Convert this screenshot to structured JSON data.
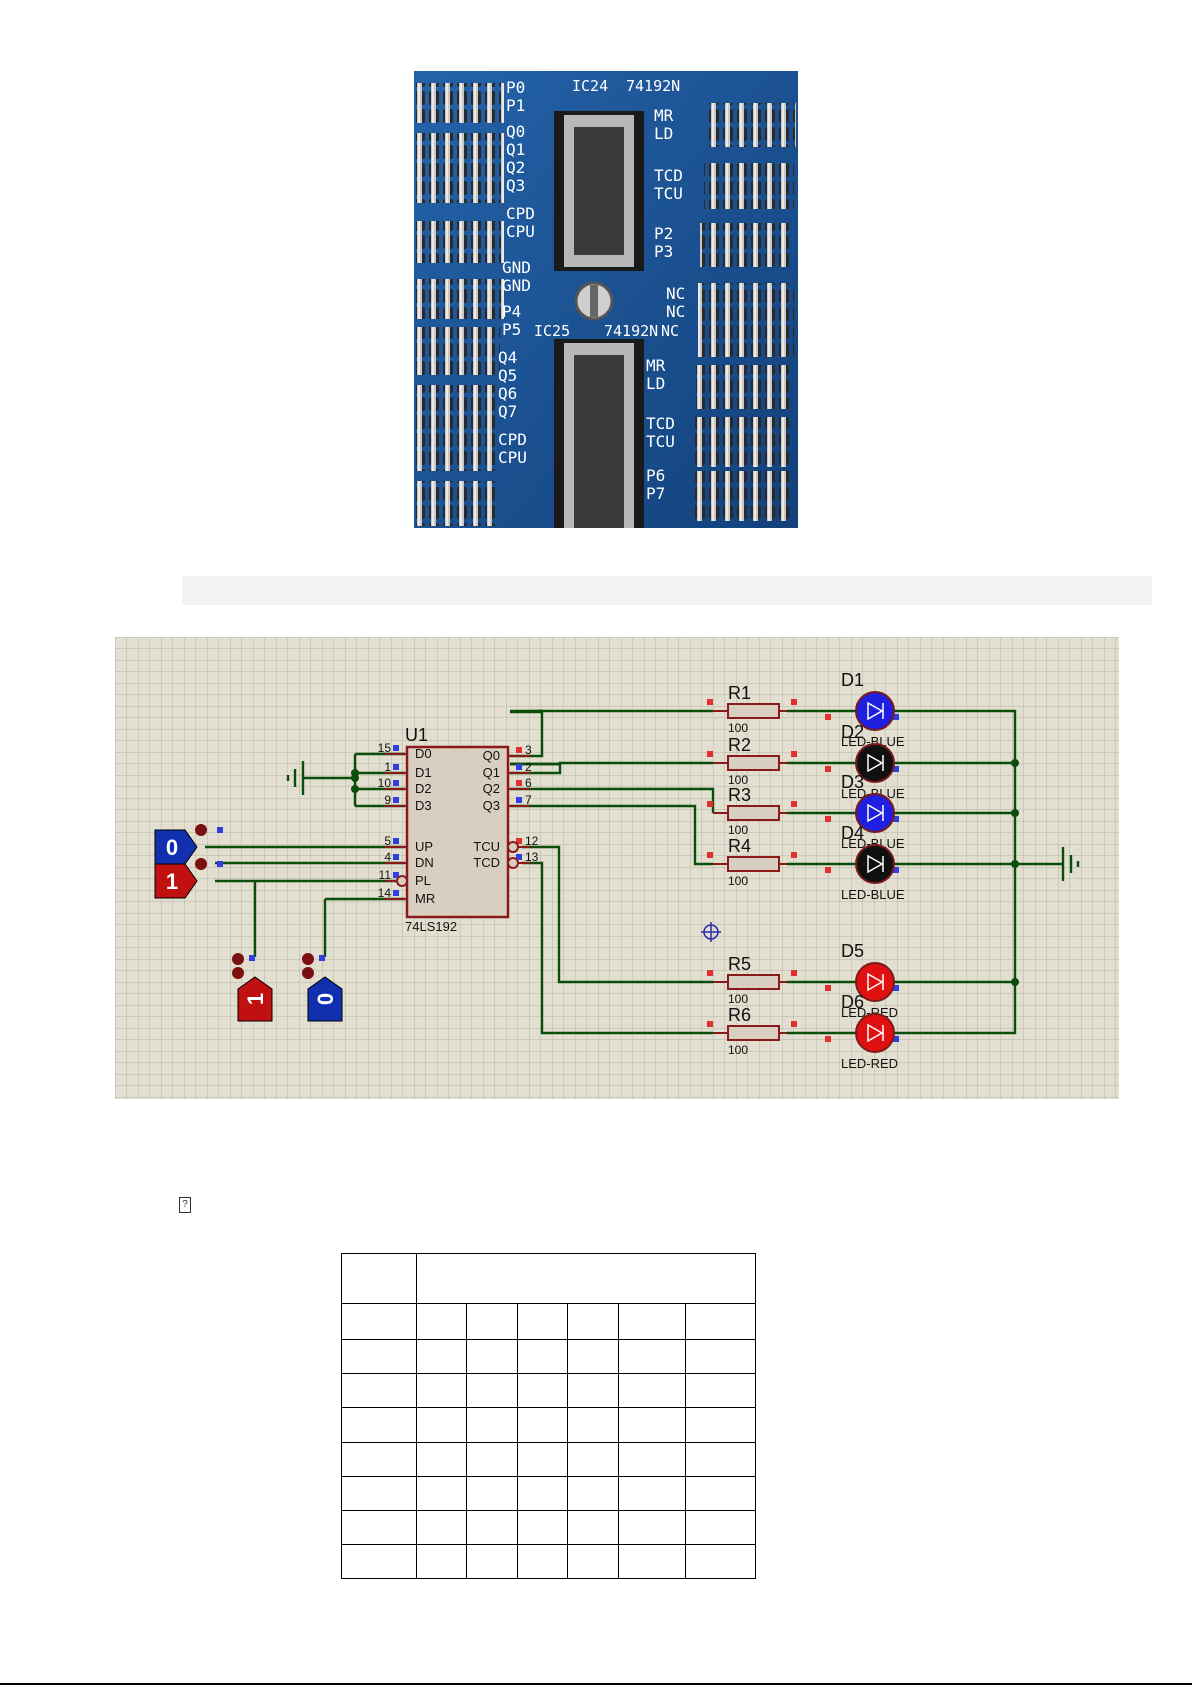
{
  "photo": {
    "ic_top_label": "IC24",
    "ic_top_part": "74192N",
    "ic_mid_label": "IC25",
    "ic_mid_part": "74192N",
    "ic_mid_nc": "NC",
    "left_labels": [
      "P0",
      "P1",
      "Q0",
      "Q1",
      "Q2",
      "Q3",
      "CPD",
      "CPU",
      "GND",
      "GND",
      "P4",
      "P5",
      "Q4",
      "Q5",
      "Q6",
      "Q7",
      "CPD",
      "CPU"
    ],
    "right_labels": [
      "MR",
      "LD",
      "TCD",
      "TCU",
      "P2",
      "P3",
      "NC",
      "NC",
      "MR",
      "LD",
      "TCD",
      "TCU",
      "P6",
      "P7"
    ]
  },
  "schematic": {
    "chip_ref": "U1",
    "chip_part": "74LS192",
    "left_pins": [
      {
        "num": "15",
        "name": "D0"
      },
      {
        "num": "1",
        "name": "D1"
      },
      {
        "num": "10",
        "name": "D2"
      },
      {
        "num": "9",
        "name": "D3"
      },
      {
        "num": "5",
        "name": "UP"
      },
      {
        "num": "4",
        "name": "DN"
      },
      {
        "num": "11",
        "name": "PL"
      },
      {
        "num": "14",
        "name": "MR"
      }
    ],
    "right_pins": [
      {
        "num": "3",
        "name": "Q0"
      },
      {
        "num": "2",
        "name": "Q1"
      },
      {
        "num": "6",
        "name": "Q2"
      },
      {
        "num": "7",
        "name": "Q3"
      },
      {
        "num": "12",
        "name": "TCU"
      },
      {
        "num": "13",
        "name": "TCD"
      }
    ],
    "resistors": [
      {
        "ref": "R1",
        "value": "100"
      },
      {
        "ref": "R2",
        "value": "100"
      },
      {
        "ref": "R3",
        "value": "100"
      },
      {
        "ref": "R4",
        "value": "100"
      },
      {
        "ref": "R5",
        "value": "100"
      },
      {
        "ref": "R6",
        "value": "100"
      }
    ],
    "leds": [
      {
        "ref": "D1",
        "type": "LED-BLUE",
        "color": "#1f1fe0"
      },
      {
        "ref": "D2",
        "type": "LED-BLUE",
        "color": "#101010"
      },
      {
        "ref": "D3",
        "type": "LED-BLUE",
        "color": "#1f1fe0"
      },
      {
        "ref": "D4",
        "type": "LED-BLUE",
        "color": "#101010"
      },
      {
        "ref": "D5",
        "type": "LED-RED",
        "color": "#e01010"
      },
      {
        "ref": "D6",
        "type": "LED-RED",
        "color": "#e01010"
      }
    ],
    "logic_inputs": [
      {
        "label": "0",
        "color": "#1030b0"
      },
      {
        "label": "1",
        "color": "#c01010"
      },
      {
        "label": "1",
        "color": "#c01010"
      },
      {
        "label": "0",
        "color": "#1030b0"
      }
    ]
  },
  "missing_glyph": "?",
  "table": {
    "rows": 9,
    "columns": 7
  }
}
